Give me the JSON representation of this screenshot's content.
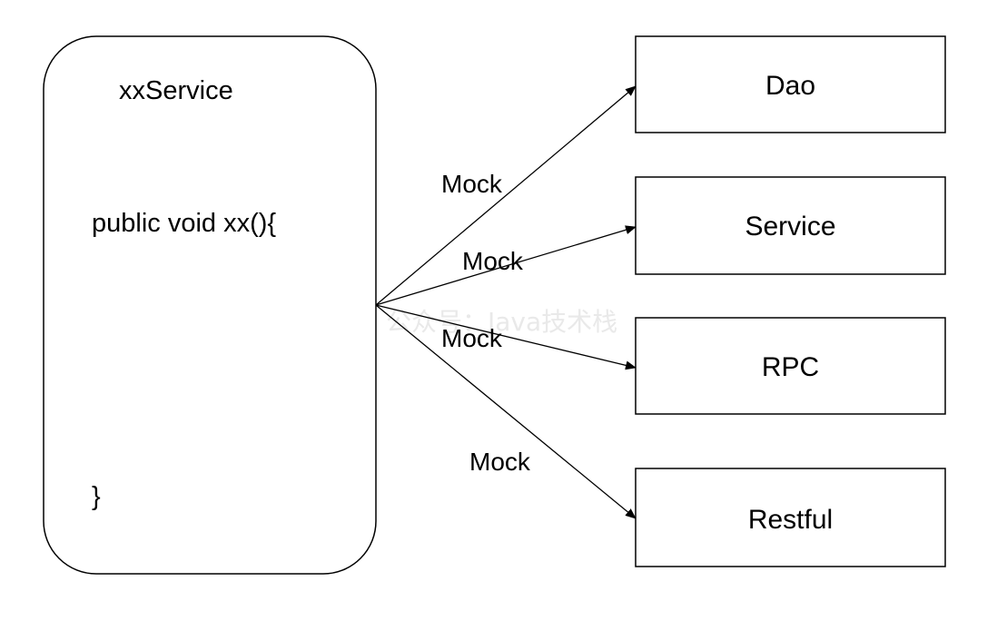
{
  "service": {
    "title": "xxService",
    "method_signature": "public void xx(){",
    "closing_brace": "}"
  },
  "targets": [
    {
      "label": "Dao"
    },
    {
      "label": "Service"
    },
    {
      "label": "RPC"
    },
    {
      "label": "Restful"
    }
  ],
  "edges": [
    {
      "label": "Mock"
    },
    {
      "label": "Mock"
    },
    {
      "label": "Mock"
    },
    {
      "label": "Mock"
    }
  ],
  "watermark": "公众号：Java技术栈",
  "colors": {
    "stroke": "#000000",
    "text": "#000000",
    "watermark": "#e9e9e9"
  }
}
